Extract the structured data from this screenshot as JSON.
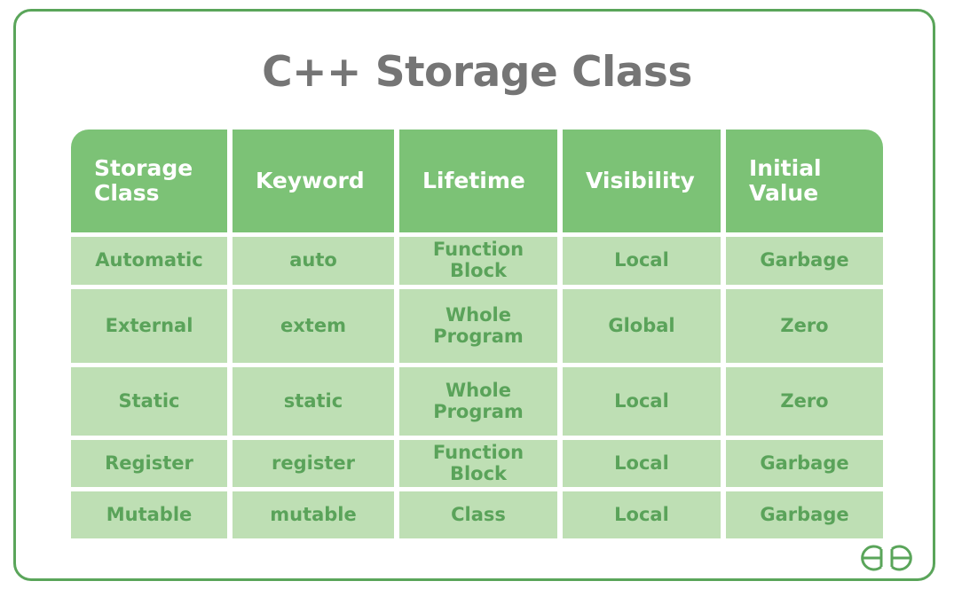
{
  "page": {
    "title": "C++ Storage Class",
    "frame_color": "#5aa55a",
    "title_color": "#757575",
    "header_bg": "#7cc276",
    "header_text_color": "#ffffff",
    "cell_bg": "#bedfb4",
    "cell_text_color": "#5aa35a",
    "background": "#ffffff"
  },
  "table": {
    "headers": [
      "Storage\nClass",
      "Keyword",
      "Lifetime",
      "Visibility",
      "Initial\nValue"
    ],
    "rows": [
      {
        "storage_class": "Automatic",
        "keyword": "auto",
        "lifetime": "Function Block",
        "visibility": "Local",
        "initial_value": "Garbage"
      },
      {
        "storage_class": "External",
        "keyword": "extem",
        "lifetime": "Whole\nProgram",
        "visibility": "Global",
        "initial_value": "Zero"
      },
      {
        "storage_class": "Static",
        "keyword": "static",
        "lifetime": "Whole\nProgram",
        "visibility": "Local",
        "initial_value": "Zero"
      },
      {
        "storage_class": "Register",
        "keyword": "register",
        "lifetime": "Function Block",
        "visibility": "Local",
        "initial_value": "Garbage"
      },
      {
        "storage_class": "Mutable",
        "keyword": "mutable",
        "lifetime": "Class",
        "visibility": "Local",
        "initial_value": "Garbage"
      }
    ]
  },
  "logo": {
    "name": "geeksforgeeks-logo",
    "text": "GG",
    "color": "#5aa55a"
  }
}
